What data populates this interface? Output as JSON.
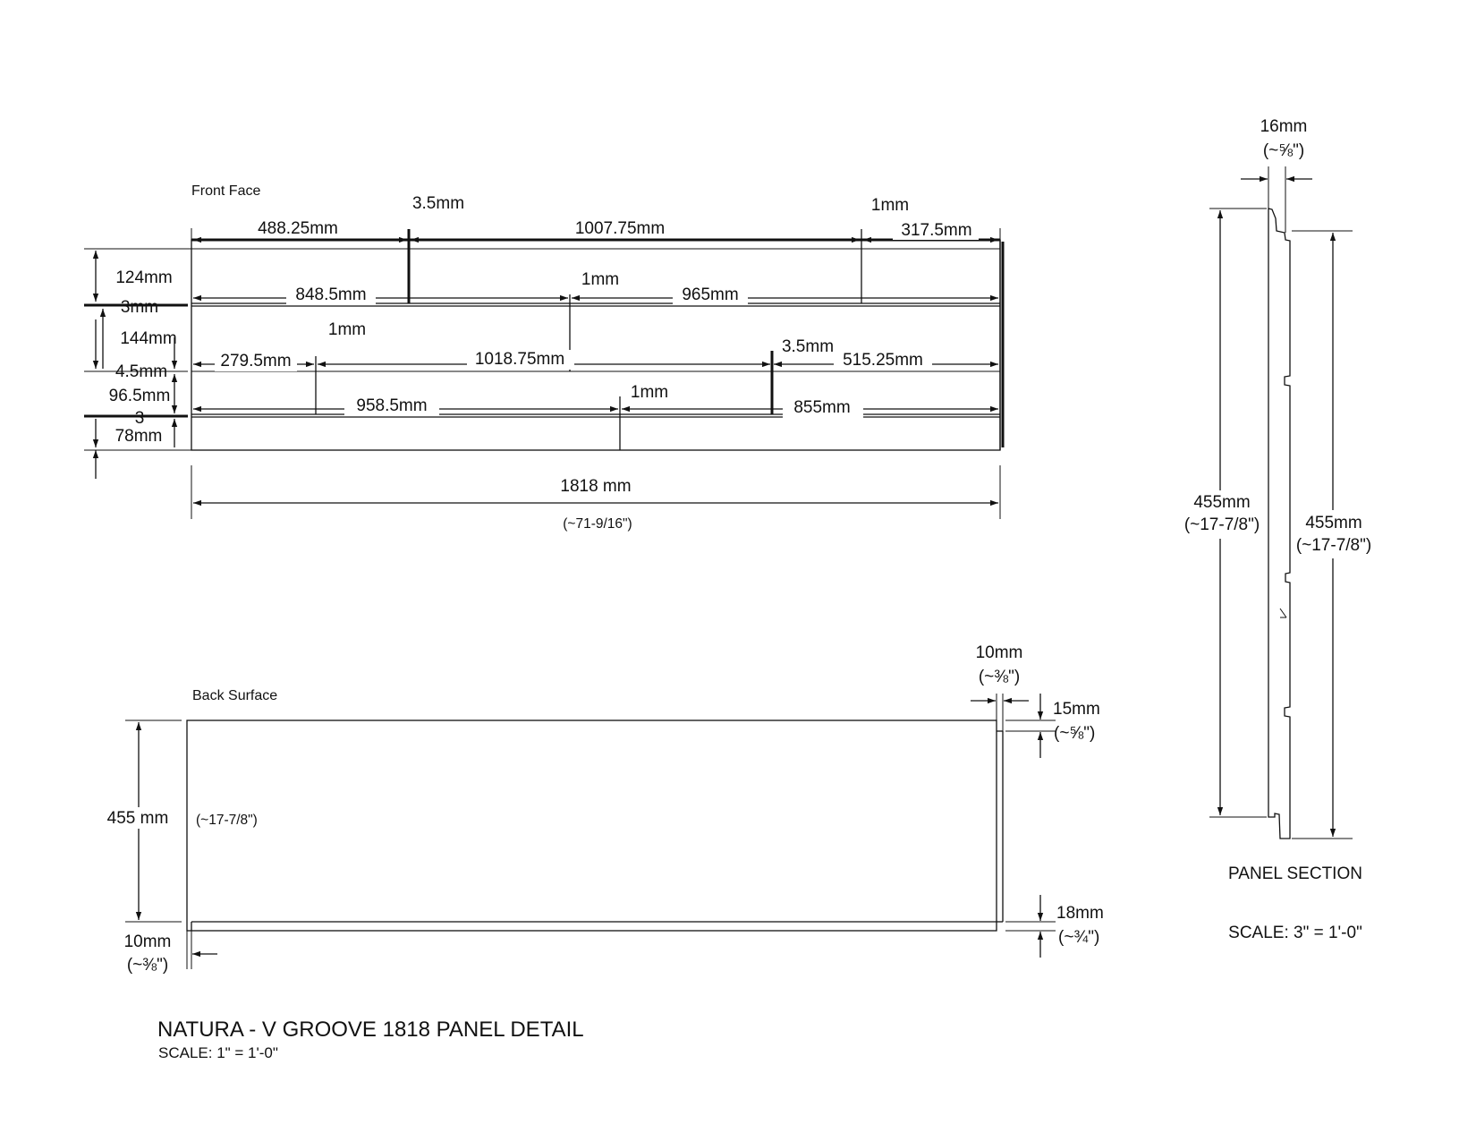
{
  "front_face": {
    "label": "Front Face",
    "row1": {
      "gap_a": "3.5mm",
      "gap_b": "1mm",
      "seg1": "488.25mm",
      "seg2": "1007.75mm",
      "seg3": "317.5mm"
    },
    "row2": {
      "gap": "1mm",
      "seg1": "848.5mm",
      "seg2": "965mm"
    },
    "row3": {
      "gap_a": "1mm",
      "gap_b": "3.5mm",
      "seg1": "279.5mm",
      "seg2": "1018.75mm",
      "seg3": "515.25mm"
    },
    "row4": {
      "gap": "1mm",
      "seg1": "958.5mm",
      "seg2": "855mm"
    },
    "heights": [
      "124mm",
      "3mm",
      "144mm",
      "4.5mm",
      "96.5mm",
      "3",
      "78mm"
    ],
    "overall_width": "1818 mm",
    "overall_width_imperial": "(~71-9/16\")"
  },
  "back_surface": {
    "label": "Back Surface",
    "height": "455 mm",
    "height_imperial": "(~17-7/8\")",
    "top_right_width": "10mm",
    "top_right_width_imperial": "(~⅜\")",
    "top_lip": "15mm",
    "top_lip_imperial": "(~⅝\")",
    "bottom_lip": "18mm",
    "bottom_lip_imperial": "(~¾\")",
    "bottom_left_width": "10mm",
    "bottom_left_width_imperial": "(~⅜\")"
  },
  "panel_section": {
    "thickness": "16mm",
    "thickness_imperial": "(~⅝\")",
    "left_height": "455mm",
    "left_height_imperial": "(~17-7/8\")",
    "right_height": "455mm",
    "right_height_imperial": "(~17-7/8\")",
    "title": "PANEL SECTION",
    "scale": "SCALE:  3\" = 1'-0\""
  },
  "title_block": {
    "title": "NATURA - V GROOVE 1818 PANEL DETAIL",
    "scale": "SCALE:  1\" = 1'-0\""
  }
}
